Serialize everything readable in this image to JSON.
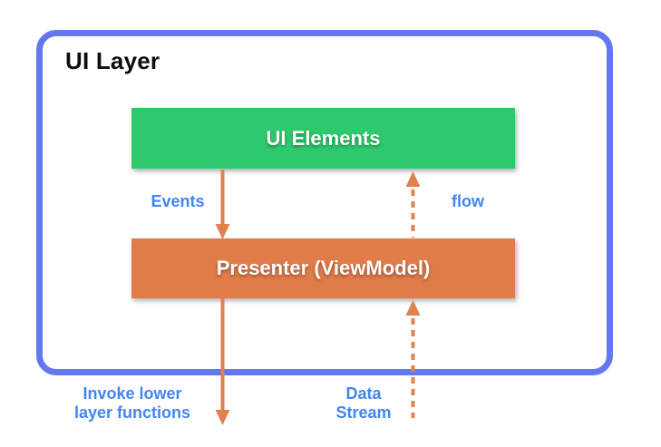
{
  "diagram": {
    "title": "UI Layer",
    "nodes": {
      "ui_elements": {
        "label": "UI Elements",
        "color": "#2fc96d"
      },
      "presenter": {
        "label": "Presenter (ViewModel)",
        "color": "#e07b4a"
      }
    },
    "edges": [
      {
        "id": "events",
        "label": "Events",
        "line_style": "solid",
        "direction": "down"
      },
      {
        "id": "flow",
        "label": "flow",
        "line_style": "dashed",
        "direction": "up"
      },
      {
        "id": "invoke-lower",
        "lines": [
          "Invoke lower",
          "layer functions"
        ],
        "line_style": "solid",
        "direction": "down"
      },
      {
        "id": "data-stream",
        "lines": [
          "Data",
          "Stream"
        ],
        "line_style": "dashed",
        "direction": "up"
      }
    ],
    "colors": {
      "canvas_bg": "#ffffff",
      "frame_border": "#6577ee",
      "title_text": "#0d0d0d",
      "label_text": "#4285f4",
      "node_label_text": "#ffffff",
      "arrow": "#e0824e"
    }
  }
}
